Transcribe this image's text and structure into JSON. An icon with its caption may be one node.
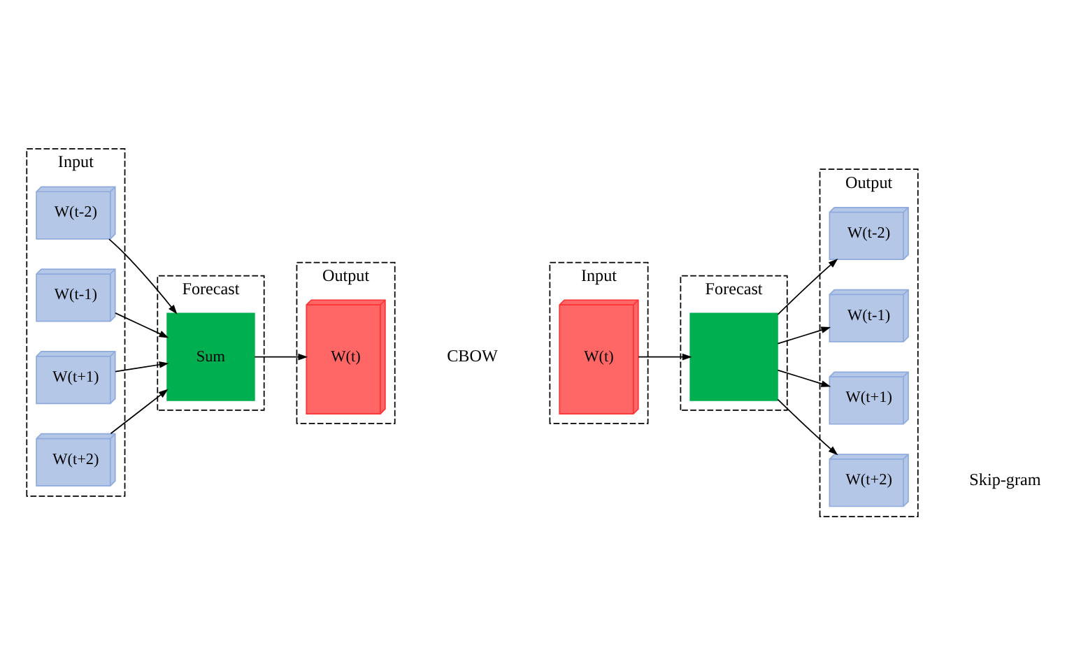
{
  "diagram": {
    "nodes": [
      {
        "text": [
          "Input"
        ]
      },
      {
        "text": [
          "W(t-2)"
        ],
        "in": 0
      },
      {
        "text": [
          "W(t-1)"
        ],
        "in": 0
      },
      {
        "text": [
          "W(t+1)"
        ],
        "in": 0
      },
      {
        "text": [
          "W(t+2)"
        ],
        "in": 0
      },
      {
        "text": [
          "Forecast"
        ]
      },
      {
        "text": [
          "Sum"
        ],
        "in": 5
      },
      {
        "text": [
          "Output"
        ]
      },
      {
        "text": [
          "W(t)"
        ],
        "in": 7
      },
      {
        "text": [
          "Input"
        ]
      },
      {
        "text": [
          "W(t)"
        ],
        "in": 9
      },
      {
        "text": [
          "Forecast"
        ]
      },
      {
        "text": [],
        "shape": "box",
        "in": 11
      },
      {
        "text": [
          "Output"
        ]
      },
      {
        "text": [
          "W(t-2)"
        ],
        "in": 13
      },
      {
        "text": [
          "W(t-1)"
        ],
        "in": 13
      },
      {
        "text": [
          "W(t+1)"
        ],
        "in": 13
      },
      {
        "text": [
          "W(t+2)"
        ],
        "in": 13
      }
    ],
    "edges": [
      {
        "from": 1,
        "to": 6,
        "arrow": "to"
      },
      {
        "from": 2,
        "to": 6,
        "arrow": "to"
      },
      {
        "from": 3,
        "to": 6,
        "arrow": "to"
      },
      {
        "from": 4,
        "to": 6,
        "arrow": "to"
      },
      {
        "from": 6,
        "to": 8,
        "arrow": "to"
      },
      {
        "from": 10,
        "to": 12,
        "arrow": "to"
      },
      {
        "from": 12,
        "to": 14,
        "arrow": "to"
      },
      {
        "from": 12,
        "to": 15,
        "arrow": "to"
      },
      {
        "from": 12,
        "to": 16,
        "arrow": "to"
      },
      {
        "from": 12,
        "to": 17,
        "arrow": "to"
      }
    ],
    "labels": [
      "CBOW",
      "Skip-gram"
    ]
  }
}
